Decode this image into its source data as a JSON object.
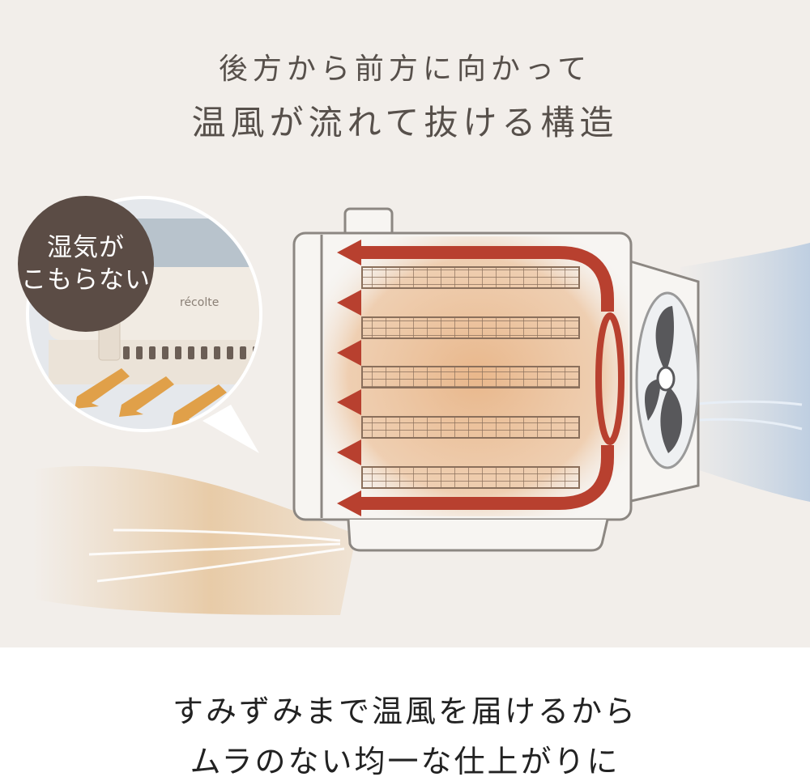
{
  "headline": {
    "line1": "後方から前方に向かって",
    "line2": "温風が流れて抜ける構造"
  },
  "badge": {
    "line1": "湿気が",
    "line2": "こもらない"
  },
  "product": {
    "brand_logo": "récolte"
  },
  "caption": {
    "line1": "すみずみまで温風を届けるから",
    "line2": "ムラのない均一な仕上がりに"
  },
  "colors": {
    "background": "#f2eeea",
    "heat_arrow": "#b8402f",
    "warm_glow": "#e3a877",
    "cool_air": "#9fb6cf",
    "badge": "#5b4c45",
    "text": "#57504b"
  }
}
